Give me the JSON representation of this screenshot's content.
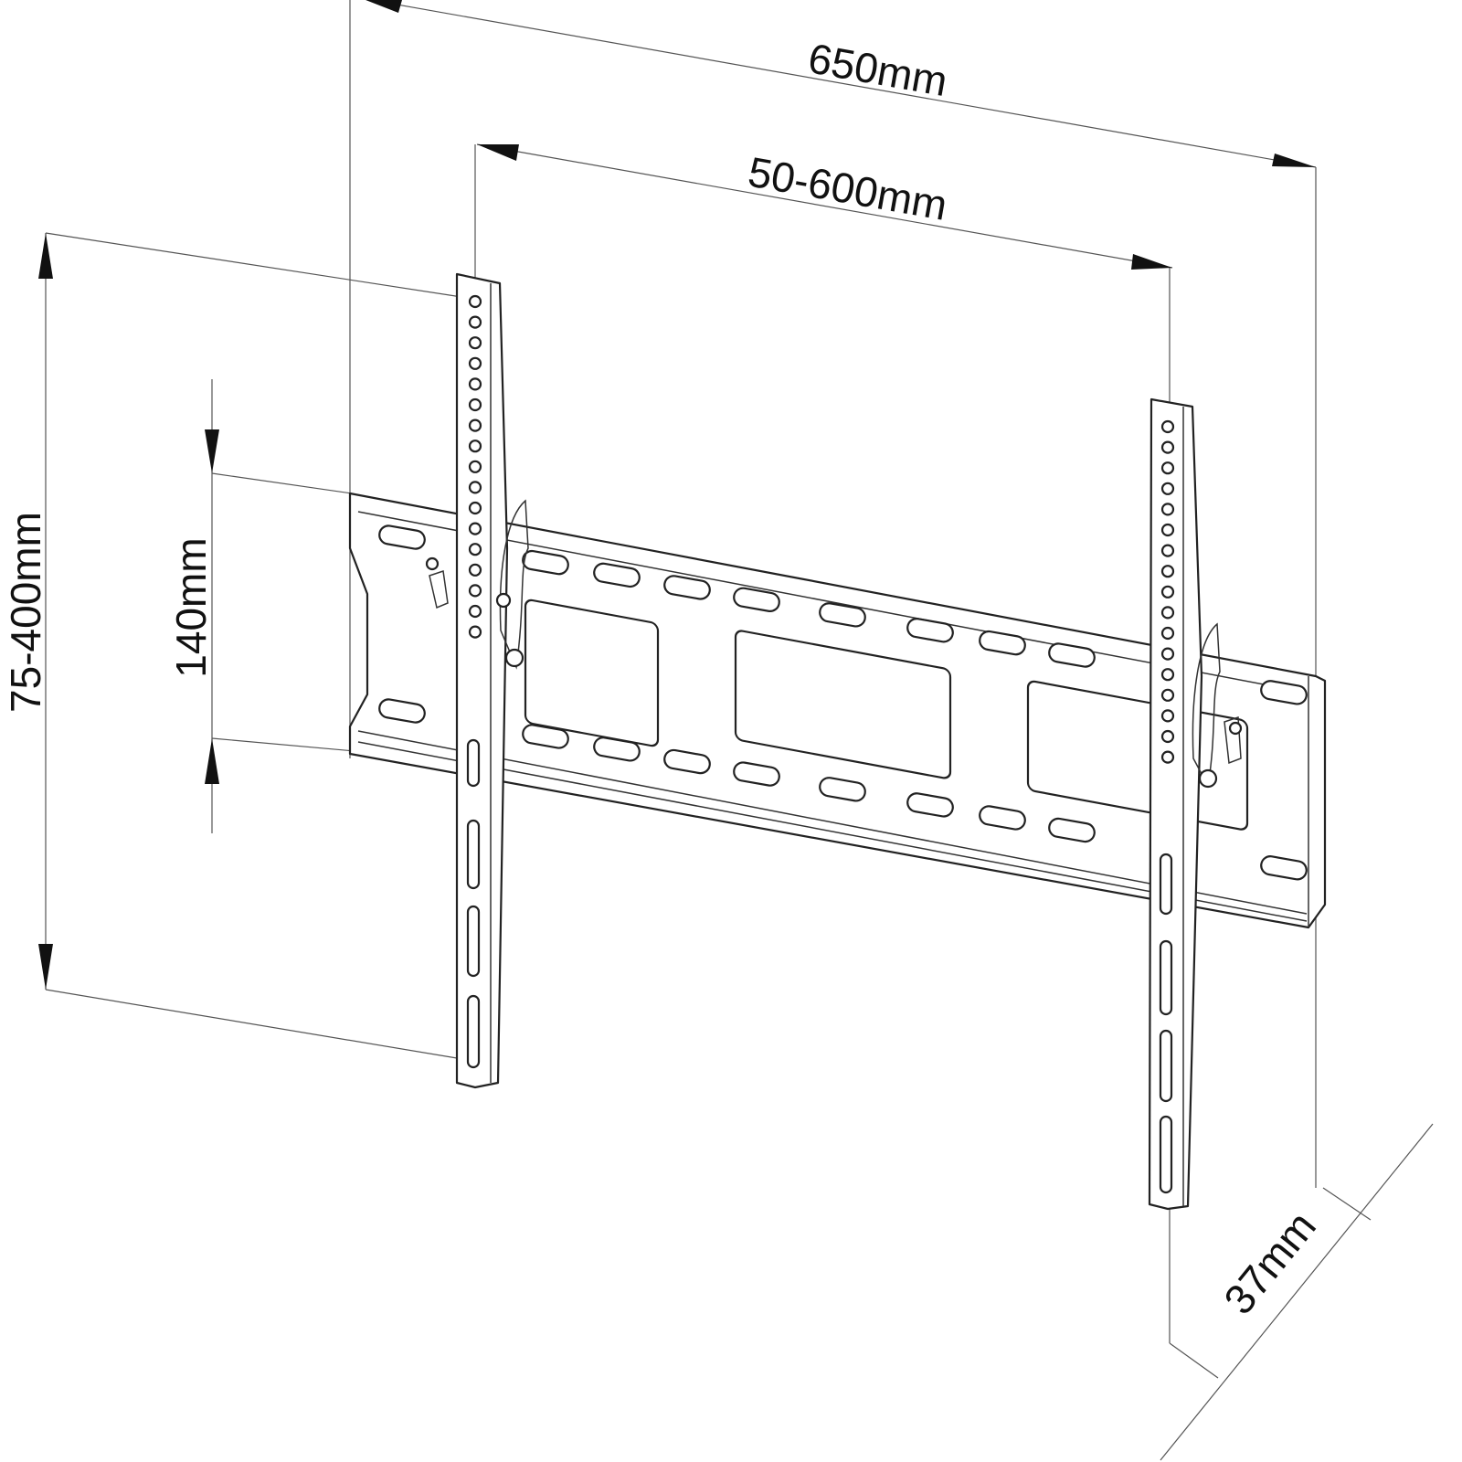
{
  "labels": {
    "overall_width": "650mm",
    "vesa_horizontal": "50-600mm",
    "vesa_vertical": "75-400mm",
    "plate_height": "140mm",
    "depth": "37mm"
  }
}
